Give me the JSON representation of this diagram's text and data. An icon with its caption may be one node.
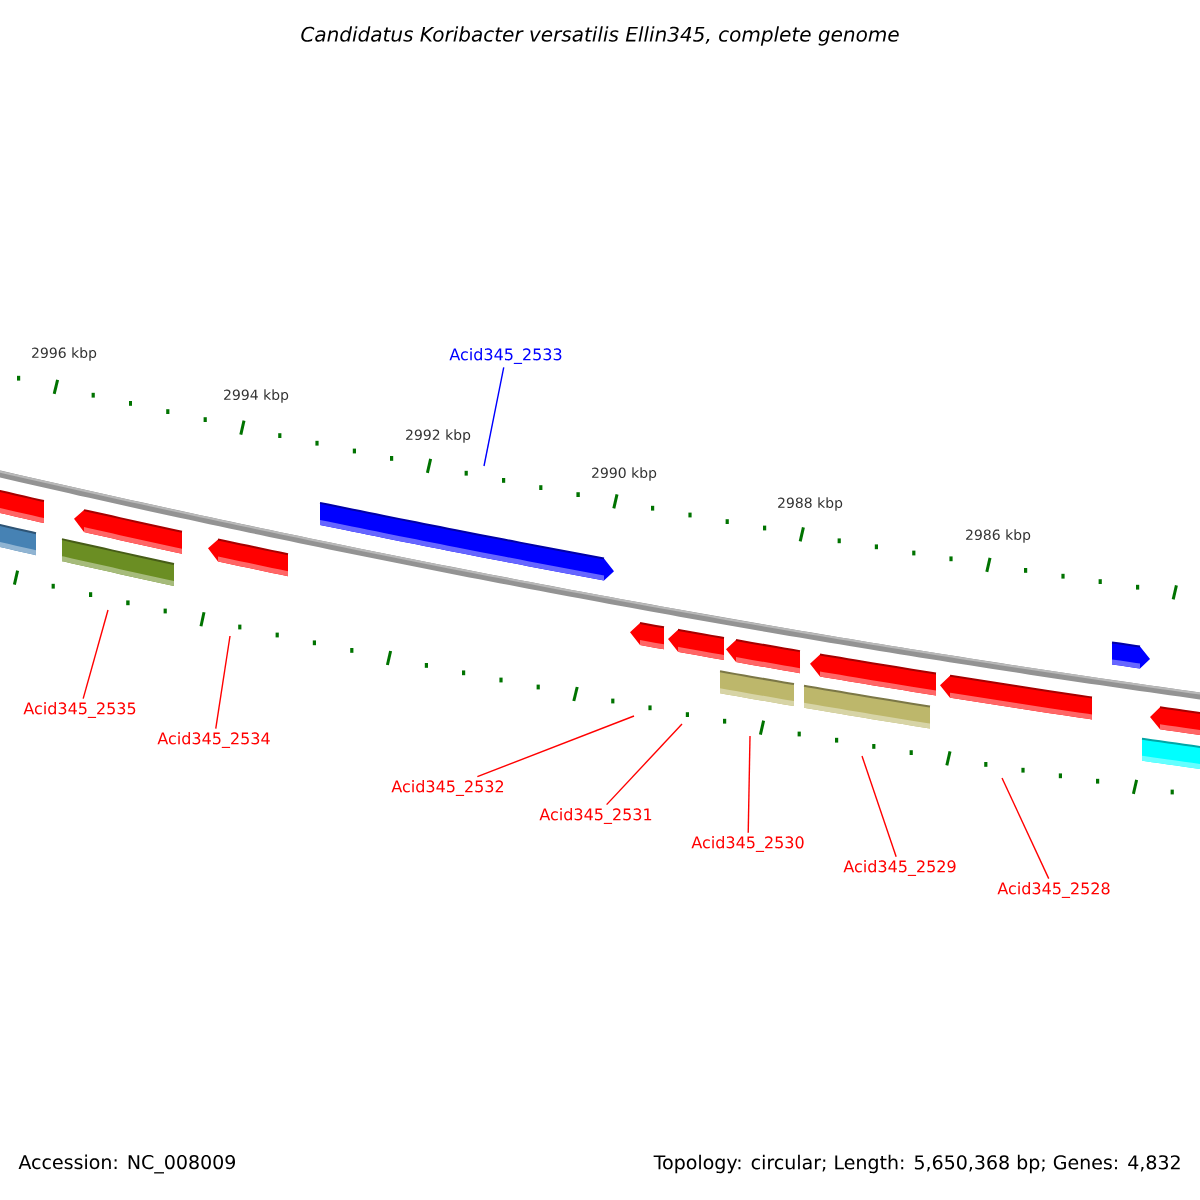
{
  "diagram": {
    "title": "Candidatus Koribacter versatilis Ellin345, complete genome",
    "nodes": [
      {
        "text": [
          "Acid345_2533"
        ]
      },
      {
        "text": [
          "Acid345_2535"
        ]
      },
      {
        "text": [
          "Acid345_2534"
        ]
      },
      {
        "text": [
          "Acid345_2532"
        ]
      },
      {
        "text": [
          "Acid345_2531"
        ]
      },
      {
        "text": [
          "Acid345_2530"
        ]
      },
      {
        "text": [
          "Acid345_2529"
        ]
      },
      {
        "text": [
          "Acid345_2528"
        ]
      }
    ],
    "edges": [
      {
        "from": 0,
        "to": null,
        "arrow": "none",
        "color": "#0000ff"
      },
      {
        "from": 1,
        "to": null,
        "arrow": "none"
      },
      {
        "from": 2,
        "to": null,
        "arrow": "none"
      },
      {
        "from": 3,
        "to": null,
        "arrow": "none"
      },
      {
        "from": 4,
        "to": null,
        "arrow": "none"
      },
      {
        "from": 5,
        "to": null,
        "arrow": "none"
      },
      {
        "from": 6,
        "to": null,
        "arrow": "none"
      },
      {
        "from": 7,
        "to": null,
        "arrow": "none"
      }
    ],
    "labels": [
      "2996 kbp",
      "2994 kbp",
      "2992 kbp",
      "2990 kbp",
      "2988 kbp",
      "2986 kbp",
      "Accession: NC_008009",
      "Topology: circular; Length: 5,650,368 bp; Genes: 4,832"
    ]
  }
}
